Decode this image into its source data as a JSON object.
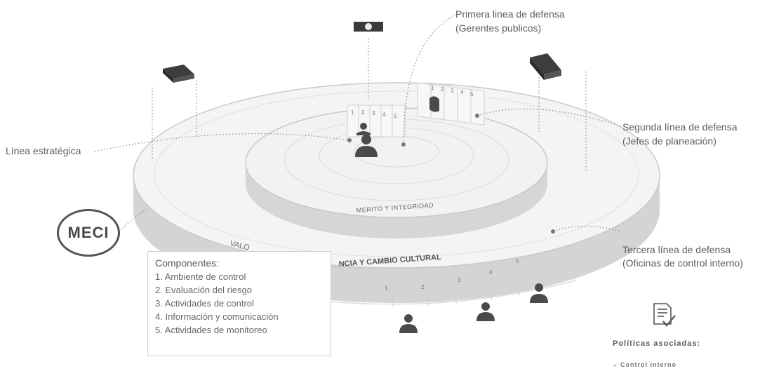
{
  "labels": {
    "primera_title": "Primera linea de defensa",
    "primera_sub": "(Gerentes publicos)",
    "segunda_title": "Segunda línea de defensa",
    "segunda_sub": "(Jefes de planeación)",
    "tercera_title": "Tercera línea de defensa",
    "tercera_sub": "(Oficinas de control interno)",
    "linea_estrategica": "Línea estratégica",
    "meci": "MECI",
    "ring_inner": "MERITO Y INTEGRIDAD",
    "ring_outer_left": "VALO",
    "ring_outer_right": "NCIA Y CAMBIO CULTURAL"
  },
  "componentes": {
    "title": "Componentes:",
    "items": [
      "1. Ambiente de control",
      "2. Evaluación del riesgo",
      "3. Actividades de control",
      "4. Información y comunicación",
      "5. Actividades de monitoreo"
    ]
  },
  "politicas": {
    "title": "Políticas asociadas:",
    "items": [
      "Control interno"
    ]
  },
  "segment_numbers": {
    "inner": [
      "1",
      "2",
      "3",
      "4",
      "5"
    ],
    "middle": [
      "1",
      "2",
      "3",
      "4",
      "5"
    ],
    "outer": [
      "1",
      "2",
      "3",
      "4",
      "5"
    ]
  },
  "icons": [
    "meci-logo",
    "document-policy-icon",
    "person-icon",
    "building-icon",
    "book-icon",
    "flag-icon"
  ]
}
